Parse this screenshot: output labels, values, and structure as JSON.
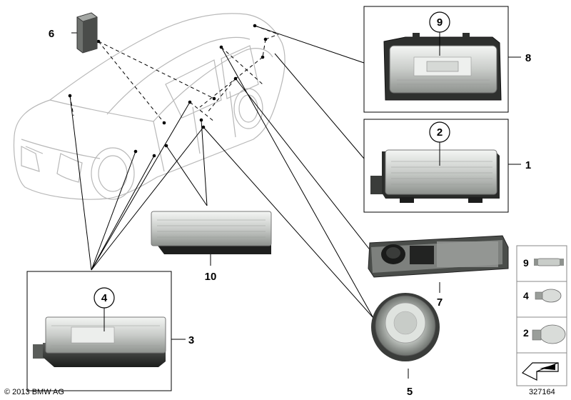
{
  "labels": {
    "p1": "1",
    "p2": "2",
    "p3": "3",
    "p4": "4",
    "p5": "5",
    "p6": "6",
    "p7": "7",
    "p8": "8",
    "p9": "9",
    "p10": "10"
  },
  "bulb_panel": {
    "items": [
      "9",
      "4",
      "2"
    ]
  },
  "footer": {
    "copyright": "© 2013 BMW AG",
    "image_number": "327164"
  }
}
